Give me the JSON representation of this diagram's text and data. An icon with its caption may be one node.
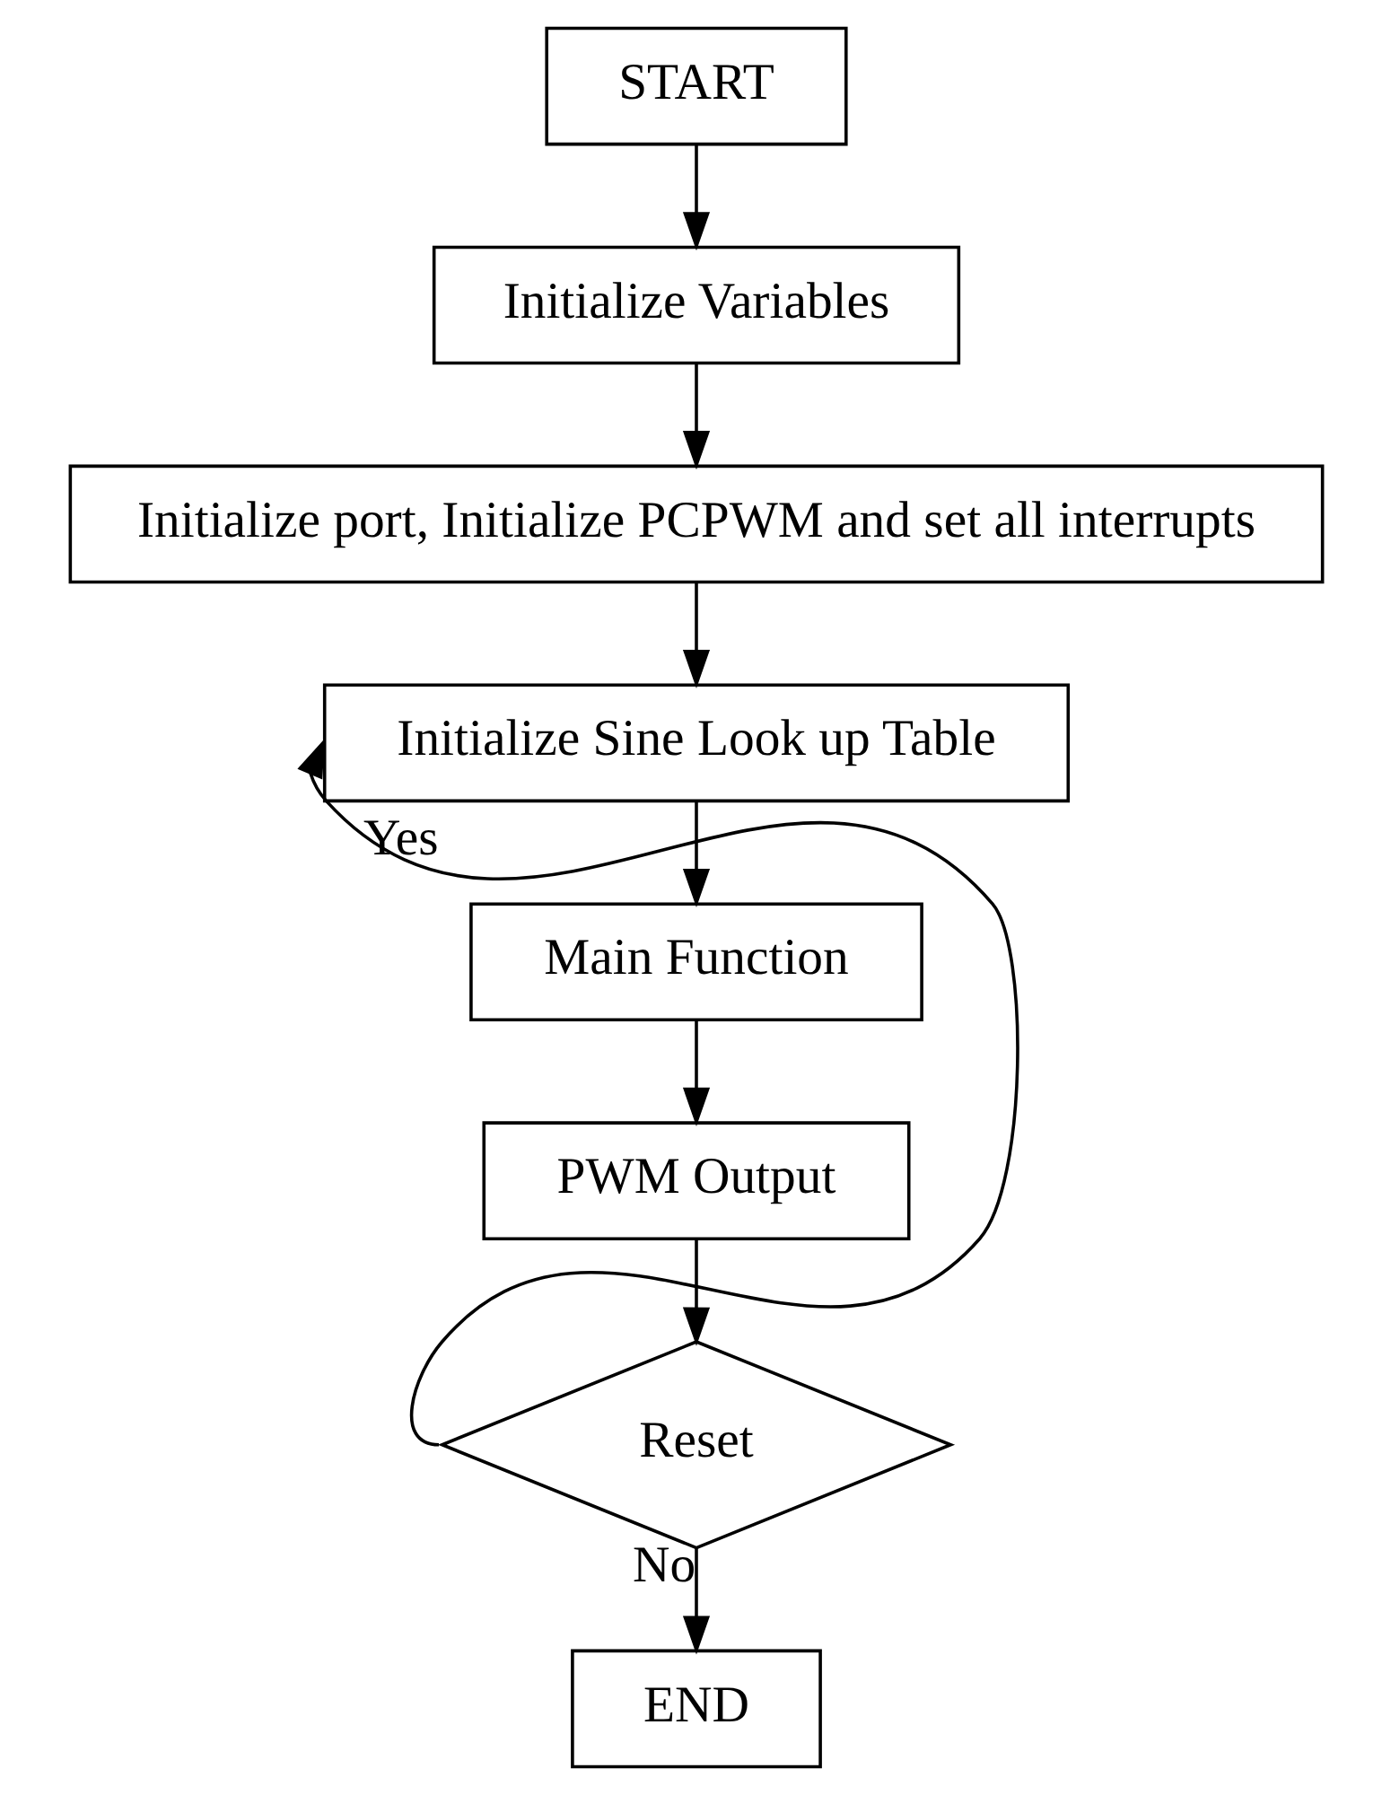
{
  "diagram": {
    "nodes": [
      {
        "text": [
          "START"
        ]
      },
      {
        "text": [
          "Initialize Variables"
        ]
      },
      {
        "text": [
          "Initialize port, Initialize PCPWM and set all interrupts"
        ]
      },
      {
        "text": [
          "Initialize Sine Look up Table"
        ]
      },
      {
        "text": [
          "Main Function"
        ]
      },
      {
        "text": [
          "PWM Output"
        ]
      },
      {
        "text": [
          "Reset"
        ]
      },
      {
        "text": [
          "END"
        ]
      }
    ],
    "edges": [
      {
        "from": 0,
        "to": 1,
        "arrow": "to"
      },
      {
        "from": 1,
        "to": 2,
        "arrow": "to"
      },
      {
        "from": 2,
        "to": 3,
        "arrow": "to"
      },
      {
        "from": 3,
        "to": 4,
        "arrow": "to"
      },
      {
        "from": 4,
        "to": 5,
        "arrow": "to"
      },
      {
        "from": 5,
        "to": 6,
        "arrow": "to"
      },
      {
        "from": 6,
        "to": 3,
        "arrow": "to",
        "label": "Yes"
      },
      {
        "from": 6,
        "to": 7,
        "arrow": "to",
        "label": "No"
      }
    ]
  }
}
